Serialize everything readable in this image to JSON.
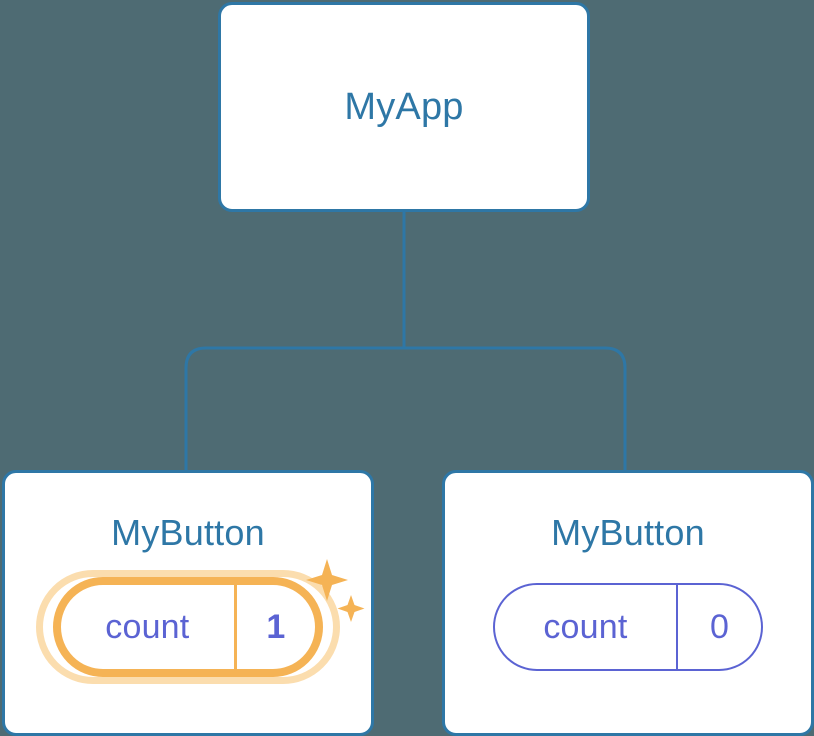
{
  "theme": {
    "background": "#4E6B73",
    "card_bg": "#FFFFFF",
    "card_border": "#2E77A6",
    "title_color": "#2E77A6",
    "connector_color": "#2E77A6",
    "pill_normal_color": "#5B63D3",
    "pill_highlight_color": "#F5B355",
    "pill_glow_color": "#FBDDAE",
    "value_color": "#5B63D3"
  },
  "tree": {
    "root": {
      "title": "MyApp"
    },
    "children": [
      {
        "title": "MyButton",
        "state": {
          "key": "count",
          "value": "1"
        },
        "highlighted": true,
        "sparkle_icon": "sparkles-icon"
      },
      {
        "title": "MyButton",
        "state": {
          "key": "count",
          "value": "0"
        },
        "highlighted": false
      }
    ]
  }
}
